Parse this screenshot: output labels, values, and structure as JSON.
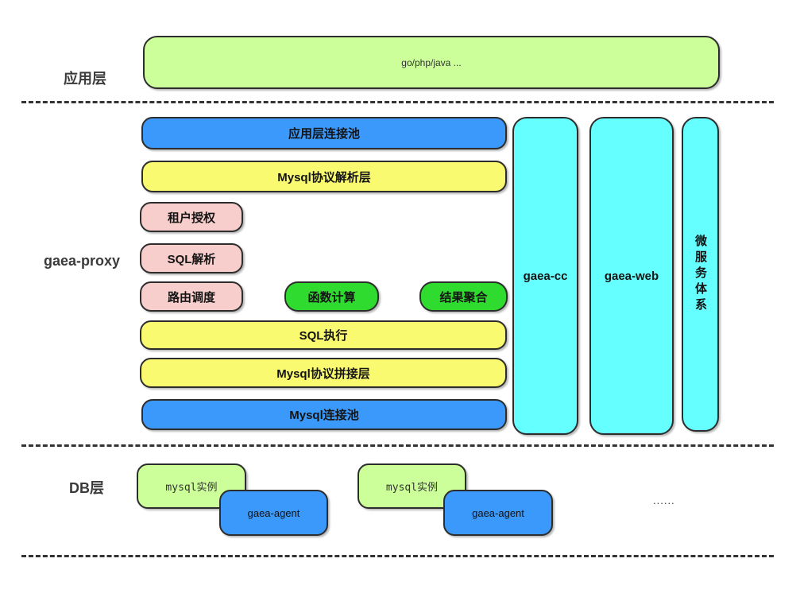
{
  "colors": {
    "blue": "#3b99fc",
    "yellow": "#fafa70",
    "pink": "#f8cecc",
    "bright_green": "#2edb2e",
    "cyan": "#66ffff",
    "light_green": "#ccff99",
    "stroke": "#2d2d2d",
    "dash_line": "#333333"
  },
  "app_layer": {
    "label": "应用层",
    "box_label": "go/php/java ..."
  },
  "proxy_layer": {
    "label": "gaea-proxy",
    "app_pool": "应用层连接池",
    "mysql_protocol_parse": "Mysql协议解析层",
    "tenant_auth": "租户授权",
    "sql_parse": "SQL解析",
    "route_dispatch": "路由调度",
    "func_compute": "函数计算",
    "result_aggregate": "结果聚合",
    "sql_execute": "SQL执行",
    "mysql_protocol_join": "Mysql协议拼接层",
    "mysql_pool": "Mysql连接池",
    "gaea_cc": "gaea-cc",
    "gaea_web": "gaea-web",
    "microservice_system": "微服务体系"
  },
  "db_layer": {
    "label": "DB层",
    "mysql_instance": "mysql实例",
    "gaea_agent": "gaea-agent",
    "ellipsis": "......"
  }
}
